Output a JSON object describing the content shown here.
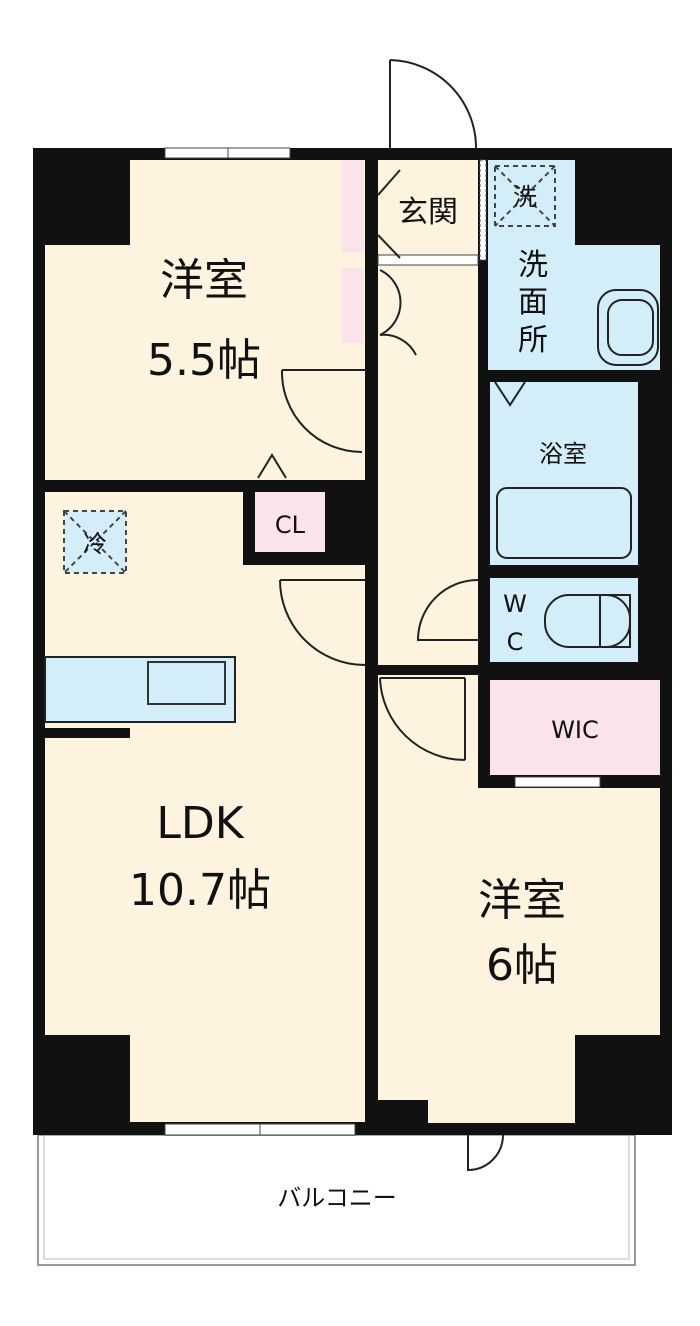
{
  "rooms": {
    "western_room_1": {
      "name": "洋室",
      "size": "5.5帖"
    },
    "western_room_2": {
      "name": "洋室",
      "size": "6帖"
    },
    "ldk": {
      "name": "LDK",
      "size": "10.7帖"
    },
    "entrance": "玄関",
    "washroom": [
      "洗",
      "面",
      "所"
    ],
    "washer_space": "洗",
    "bathroom": "浴室",
    "wc": [
      "W",
      "C"
    ],
    "wic": "WIC",
    "closet": "CL",
    "fridge_space": "冷",
    "balcony": "バルコニー"
  },
  "colors": {
    "floor": "#fdf3df",
    "wet_area": "#d3eef9",
    "storage": "#fbe3ec",
    "wall": "#111111"
  }
}
